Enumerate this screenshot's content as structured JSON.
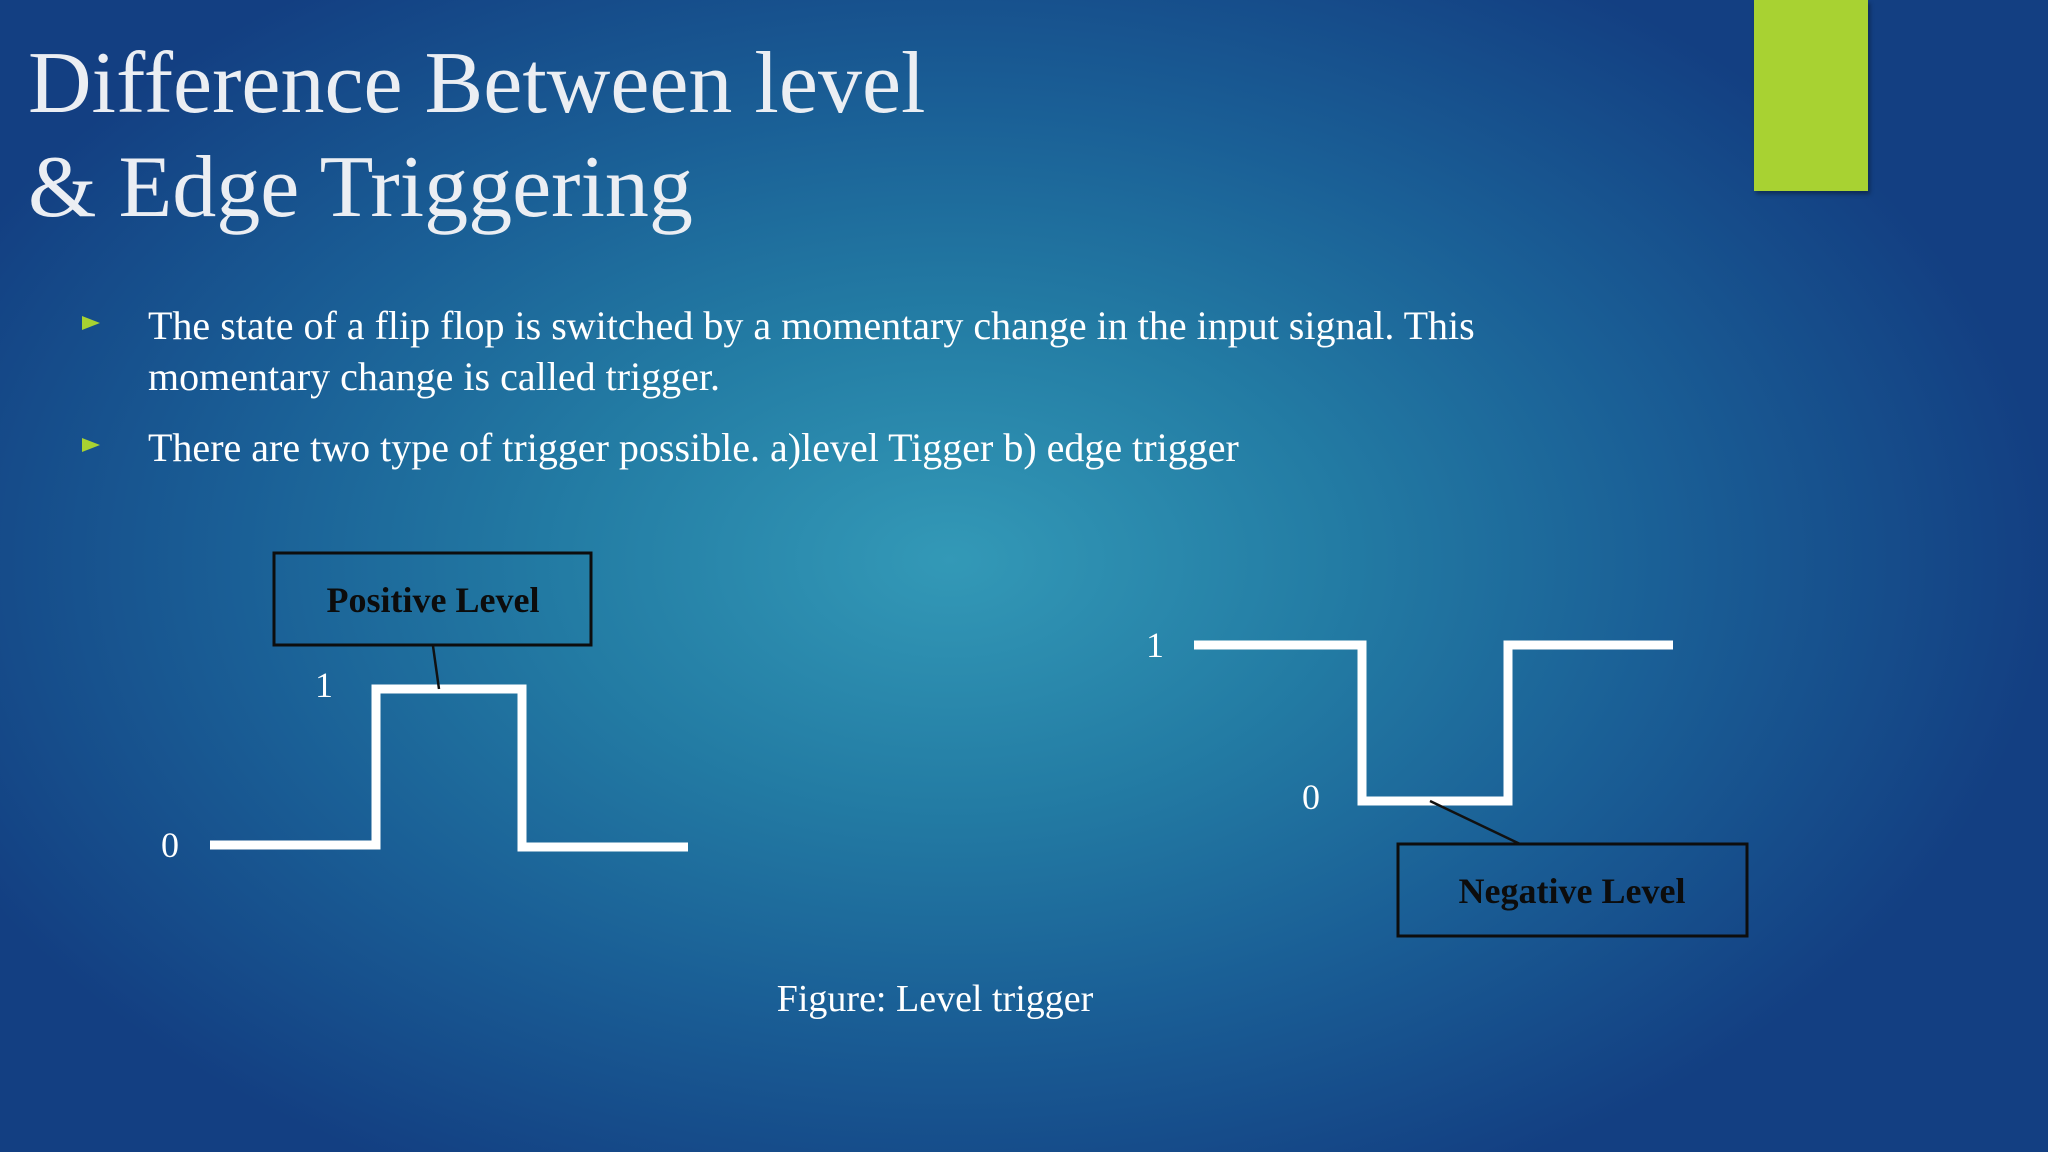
{
  "title": {
    "line1": "Difference Between level",
    "line2": "& Edge Triggering"
  },
  "bullets": [
    {
      "text": "The state of a flip flop is switched by a momentary change in the input signal. This momentary change is called trigger."
    },
    {
      "text": "There are two type of trigger possible. a)level Tigger b) edge trigger"
    }
  ],
  "diagram": {
    "positive": {
      "label": "Positive Level",
      "high": "1",
      "low": "0"
    },
    "negative": {
      "label": "Negative Level",
      "high": "1",
      "low": "0"
    },
    "caption": "Figure: Level trigger"
  },
  "colors": {
    "accent": "#a8d232",
    "background": "#237ca4",
    "waveform": "#ffffff"
  }
}
